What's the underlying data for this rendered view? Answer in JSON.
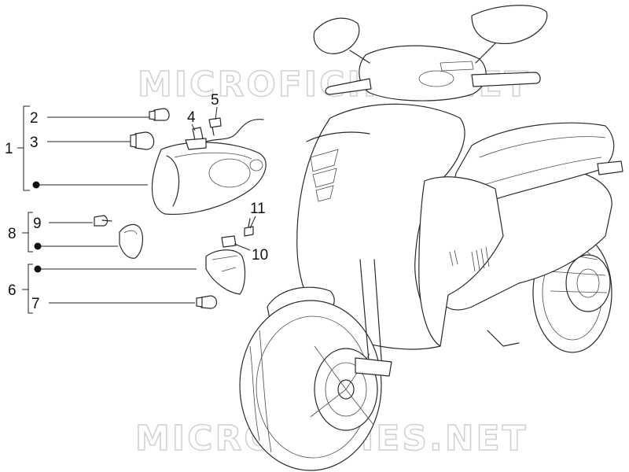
{
  "watermark": {
    "top": "MICROFICHES.NET",
    "bottom": "MICROFICHES.NET"
  },
  "callouts": {
    "n1": "1",
    "n2": "2",
    "n3": "3",
    "n4": "4",
    "n5": "5",
    "n6": "6",
    "n7": "7",
    "n8": "8",
    "n9": "9",
    "n10": "10",
    "n11": "11"
  },
  "colors": {
    "ink": "#2a2a2a",
    "watermark": "#d2d2d2",
    "background": "#ffffff"
  }
}
